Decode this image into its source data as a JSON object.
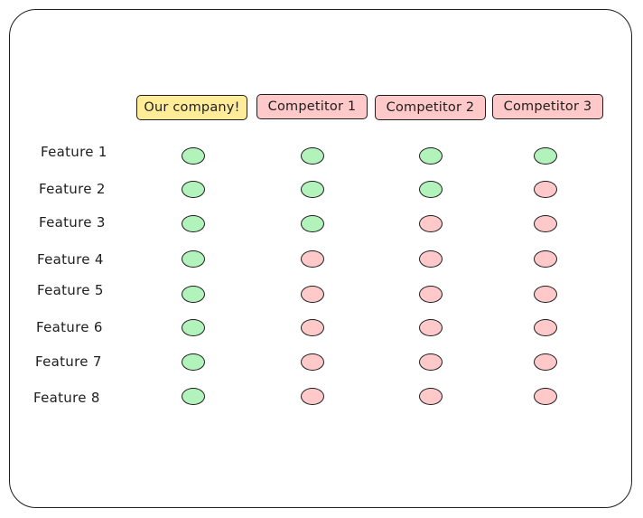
{
  "columns": [
    {
      "label": "Our company!",
      "color": "#ffec99"
    },
    {
      "label": "Competitor 1",
      "color": "#ffc9c9"
    },
    {
      "label": "Competitor 2",
      "color": "#ffc9c9"
    },
    {
      "label": "Competitor 3",
      "color": "#ffc9c9"
    }
  ],
  "features": [
    "Feature 1",
    "Feature 2",
    "Feature 3",
    "Feature 4",
    "Feature 5",
    "Feature 6",
    "Feature 7",
    "Feature 8"
  ],
  "matrix": [
    [
      true,
      true,
      true,
      true
    ],
    [
      true,
      true,
      true,
      false
    ],
    [
      true,
      true,
      false,
      false
    ],
    [
      true,
      false,
      false,
      false
    ],
    [
      true,
      false,
      false,
      false
    ],
    [
      true,
      false,
      false,
      false
    ],
    [
      true,
      false,
      false,
      false
    ],
    [
      true,
      false,
      false,
      false
    ]
  ],
  "colors": {
    "yes": "#b2f2bb",
    "no": "#ffc9c9"
  }
}
